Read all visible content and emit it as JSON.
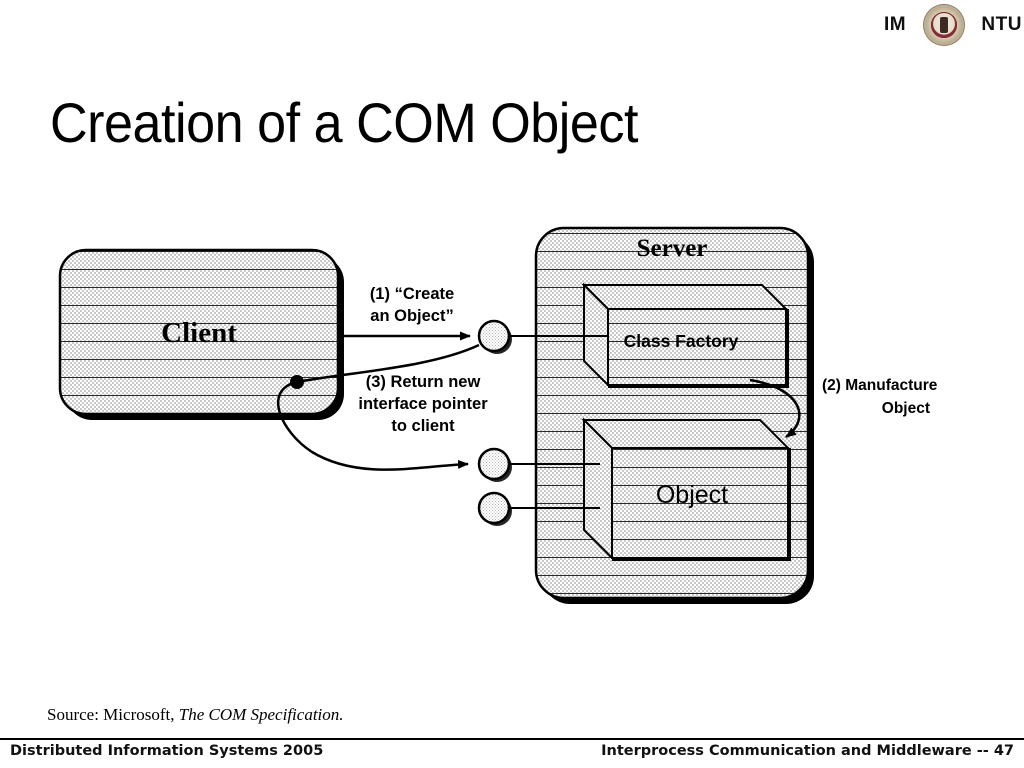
{
  "header": {
    "left_label": "IM",
    "right_label": "NTU",
    "seal_name": "university-seal"
  },
  "title": "Creation of a COM Object",
  "diagram": {
    "client": {
      "label": "Client"
    },
    "server": {
      "label": "Server",
      "class_factory": "Class Factory",
      "object": "Object"
    },
    "annotations": {
      "step1_line1": "(1) “Create",
      "step1_line2": "an Object”",
      "step2_line1": "(2) Manufacture",
      "step2_line2": "Object",
      "step3_line1": "(3)  Return new",
      "step3_line2": "interface pointer",
      "step3_line3": "to client"
    }
  },
  "source_note": {
    "prefix": "Source: Microsoft, ",
    "title": "The COM Specification."
  },
  "footer": {
    "left": "Distributed Information Systems 2005",
    "right": "Interprocess Communication and Middleware -- 47"
  },
  "colors": {
    "ink": "#000000",
    "page": "#ffffff",
    "seal_ring": "#cfc3ac",
    "seal_center": "#7a2b30"
  }
}
